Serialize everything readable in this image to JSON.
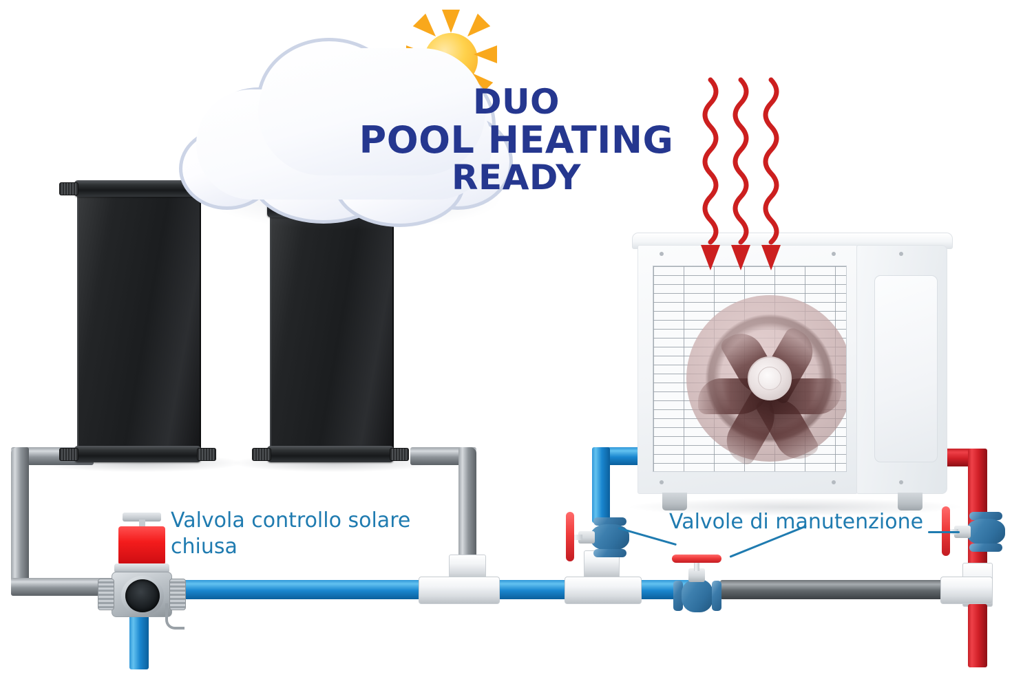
{
  "diagram": {
    "title_lines": [
      "DUO",
      "POOL HEATING",
      "READY"
    ],
    "title_color": "#25378f",
    "label_color": "#1f7bb0"
  },
  "labels": {
    "solar_valve": "Valvola controllo solare\nchiusa",
    "maintenance_valves": "Valvole di manutenzione"
  },
  "components": {
    "sun": "sun-icon",
    "cloud": "cloud-icon",
    "solar_panel_left": "solar-collector-panel",
    "solar_panel_right": "solar-collector-panel",
    "heat_pump": "heat-pump-unit",
    "fan": "fan-icon",
    "heat_arrows": "heat-absorption-arrows",
    "solar_control_valve": "three-way-solar-control-valve",
    "maintenance_valve_left": "ball-valve",
    "maintenance_valve_center": "ball-valve",
    "maintenance_valve_right": "ball-valve"
  },
  "pipe_colors": {
    "solar_loop_gray": "#8e9499",
    "cold_water_blue": "#1a86cf",
    "hot_water_red": "#d01f27",
    "return_dark_gray": "#62686c",
    "fitting_white": "#eef1f4"
  },
  "counts": {
    "solar_panels": 2,
    "heat_arrows": 3,
    "maintenance_valves": 3
  }
}
